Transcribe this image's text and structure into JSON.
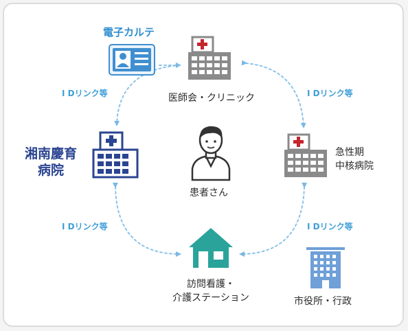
{
  "nodes": {
    "ehr": "電子カルテ",
    "medical_association": "医師会・クリニック",
    "acute_hospital": [
      "急性期",
      "中核病院"
    ],
    "shonan_hospital": [
      "湘南慶育",
      "病院"
    ],
    "patient": "患者さん",
    "home_care": [
      "訪問看護・",
      "介護ステーション"
    ],
    "city_hall": "市役所・行政"
  },
  "links": {
    "left_top": "I Dリンク等",
    "right_top": "I Dリンク等",
    "left_bottom": "I Dリンク等",
    "right_bottom": "I Dリンク等"
  },
  "colors": {
    "hospital_gray": "#8a8a8a",
    "hospital_navy": "#2a4491",
    "cross_red": "#c4262e",
    "teal_house": "#2aa39b",
    "link_blue": "#3f9fd8",
    "ehr_blue": "#3f8fd0",
    "building_blue": "#6fa0d8"
  },
  "icons": [
    "id-card-icon",
    "hospital-icon",
    "house-icon",
    "office-building-icon",
    "patient-icon"
  ]
}
